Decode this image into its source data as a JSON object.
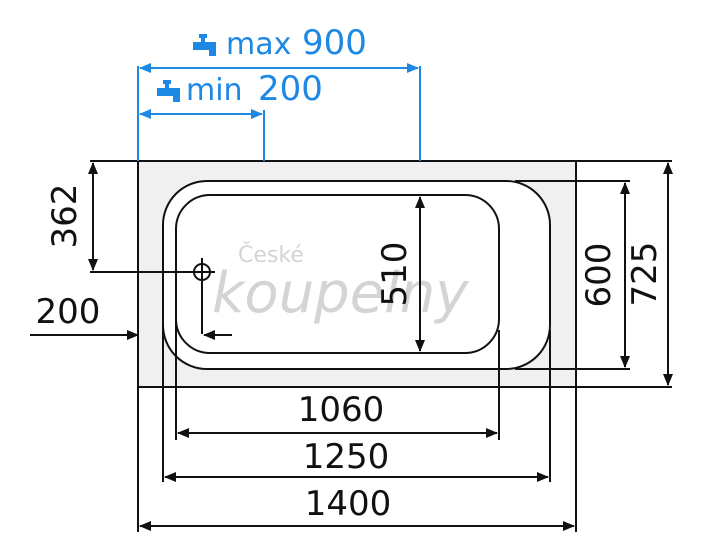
{
  "dimensions": {
    "max_label": "max",
    "max_value": "900",
    "min_label": "min",
    "min_value": "200",
    "drain_offset": "362",
    "drain_side": "200",
    "inner_width": "510",
    "basin_width": "600",
    "outer_width": "725",
    "inner_length": "1060",
    "basin_length": "1250",
    "outer_length": "1400"
  },
  "watermark": {
    "line1": "České",
    "line2": "koupelny"
  },
  "icons": {
    "faucet_max": "faucet-icon",
    "faucet_min": "faucet-icon"
  },
  "colors": {
    "accent": "#1e88e5",
    "lines": "#111111",
    "tub_fill": "#f0f0f0",
    "watermark": "#d4d4d4"
  }
}
